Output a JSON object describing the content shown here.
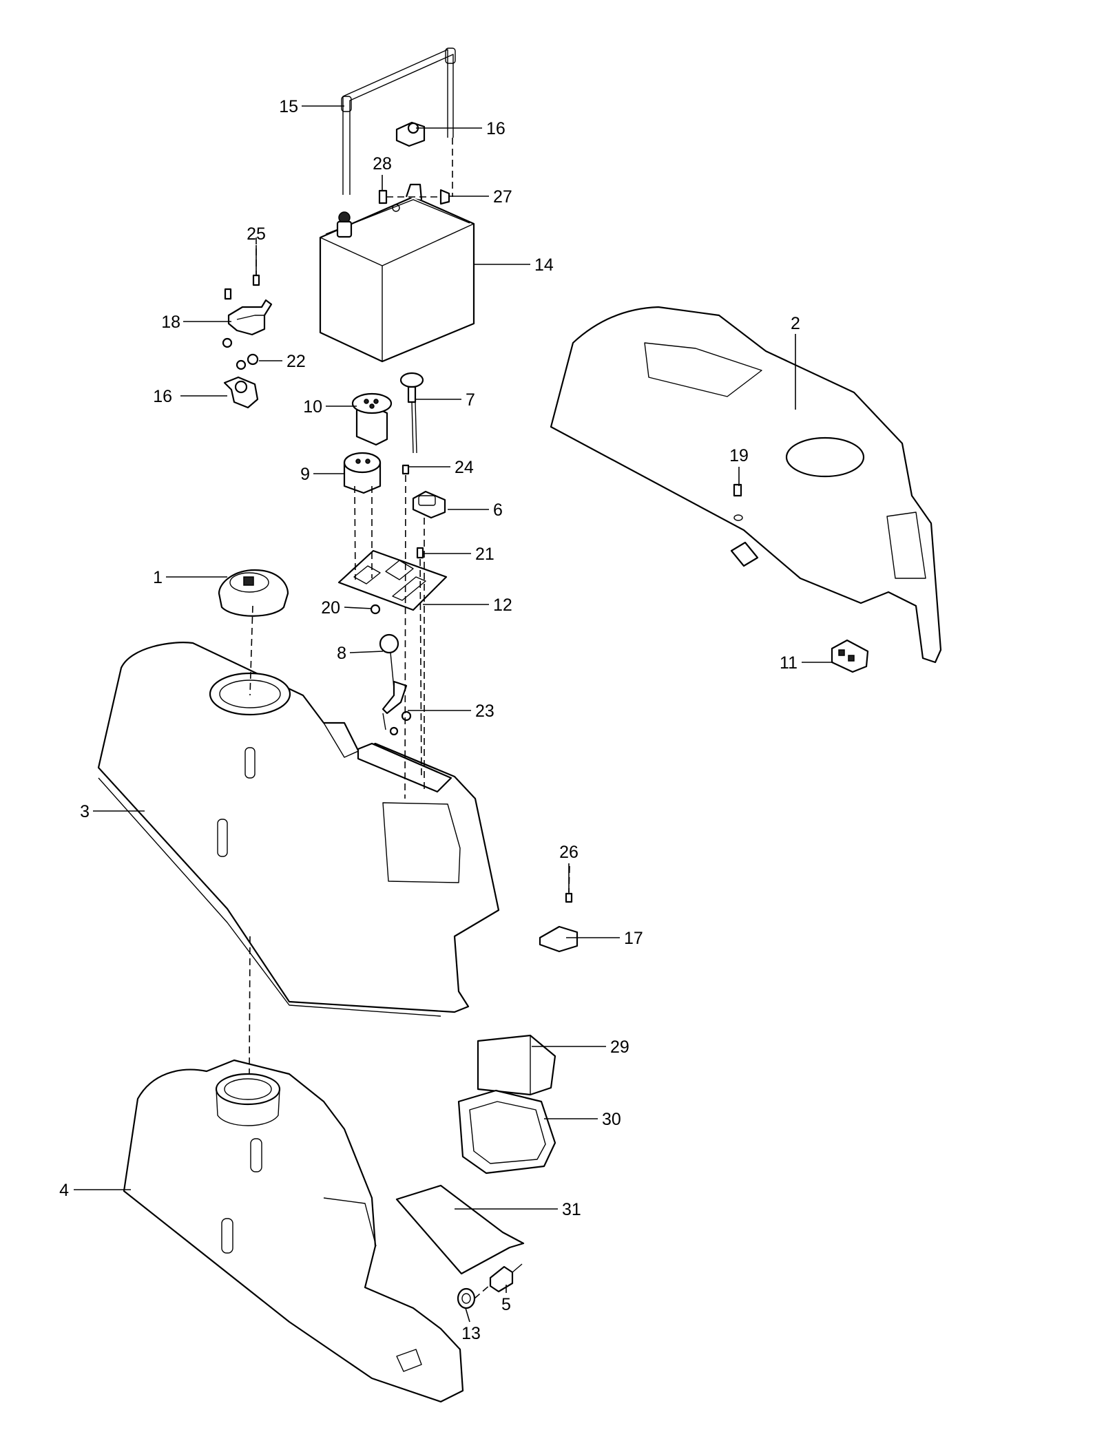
{
  "callouts": [
    {
      "id": "c1",
      "num": "1"
    },
    {
      "id": "c2",
      "num": "2"
    },
    {
      "id": "c3",
      "num": "3"
    },
    {
      "id": "c4",
      "num": "4"
    },
    {
      "id": "c5",
      "num": "5"
    },
    {
      "id": "c6",
      "num": "6"
    },
    {
      "id": "c7",
      "num": "7"
    },
    {
      "id": "c8",
      "num": "8"
    },
    {
      "id": "c9",
      "num": "9"
    },
    {
      "id": "c10",
      "num": "10"
    },
    {
      "id": "c11",
      "num": "11"
    },
    {
      "id": "c12",
      "num": "12"
    },
    {
      "id": "c13",
      "num": "13"
    },
    {
      "id": "c14",
      "num": "14"
    },
    {
      "id": "c15",
      "num": "15"
    },
    {
      "id": "c16a",
      "num": "16"
    },
    {
      "id": "c16b",
      "num": "16"
    },
    {
      "id": "c17",
      "num": "17"
    },
    {
      "id": "c18",
      "num": "18"
    },
    {
      "id": "c19",
      "num": "19"
    },
    {
      "id": "c20",
      "num": "20"
    },
    {
      "id": "c21",
      "num": "21"
    },
    {
      "id": "c22",
      "num": "22"
    },
    {
      "id": "c23",
      "num": "23"
    },
    {
      "id": "c24",
      "num": "24"
    },
    {
      "id": "c25",
      "num": "25"
    },
    {
      "id": "c26",
      "num": "26"
    },
    {
      "id": "c27",
      "num": "27"
    },
    {
      "id": "c28",
      "num": "28"
    },
    {
      "id": "c29",
      "num": "29"
    },
    {
      "id": "c30",
      "num": "30"
    },
    {
      "id": "c31",
      "num": "31"
    }
  ]
}
